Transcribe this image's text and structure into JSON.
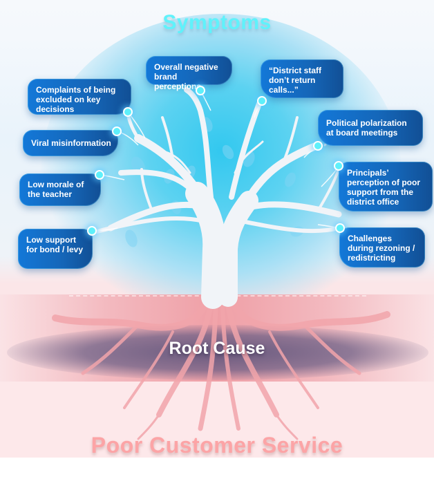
{
  "title": "Symptoms",
  "root_label": "Root Cause",
  "bottom_title": "Poor Customer Service",
  "colors": {
    "title": "#5ff2fb",
    "card": "#1566b8",
    "dot": "#5ff0fa",
    "bottom_title": "#fca4a6",
    "root_ground": "#ef9fa6"
  },
  "symptoms": [
    {
      "text": "Complaints of being excluded on key decisions",
      "side": "left"
    },
    {
      "text": "Overall negative brand perceptions",
      "side": "top"
    },
    {
      "text": "“District staff don’t return calls...”",
      "side": "top"
    },
    {
      "text": "Viral misinformation",
      "side": "left"
    },
    {
      "text": "Political polarization at board meetings",
      "side": "right"
    },
    {
      "text": "Low morale of the teacher",
      "side": "left"
    },
    {
      "text": "Principals’ perception of poor support from the district office",
      "side": "right"
    },
    {
      "text": "Low support for bond / levy",
      "side": "left"
    },
    {
      "text": "Challenges during rezoning / redistricting",
      "side": "right"
    }
  ]
}
